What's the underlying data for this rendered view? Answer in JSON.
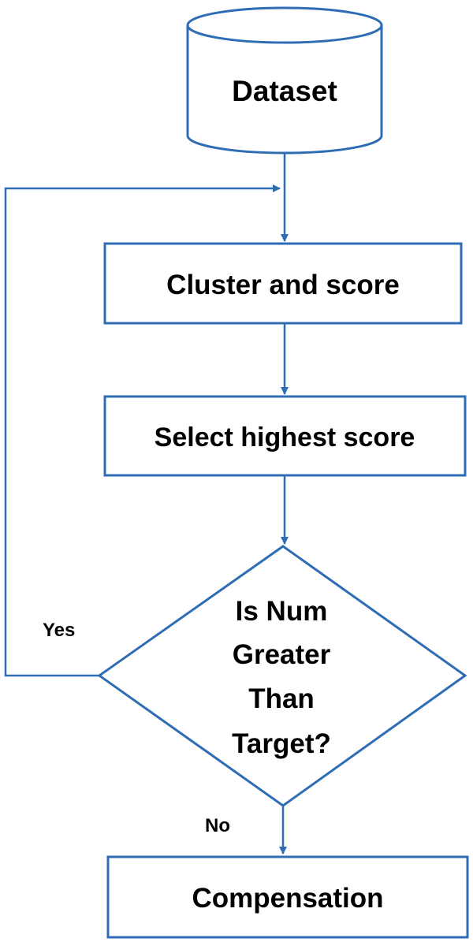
{
  "colors": {
    "stroke": "#2e6db4",
    "text": "#000000",
    "background": "#ffffff"
  },
  "nodes": {
    "dataset": {
      "label": "Dataset",
      "shape": "cylinder"
    },
    "cluster": {
      "label": "Cluster and score",
      "shape": "process"
    },
    "select": {
      "label": "Select highest score",
      "shape": "process"
    },
    "decision": {
      "shape": "decision",
      "lines": [
        "Is Num",
        "Greater",
        "Than",
        "Target?"
      ]
    },
    "compensation": {
      "label": "Compensation",
      "shape": "process"
    }
  },
  "edges": {
    "yes_label": "Yes",
    "no_label": "No"
  }
}
